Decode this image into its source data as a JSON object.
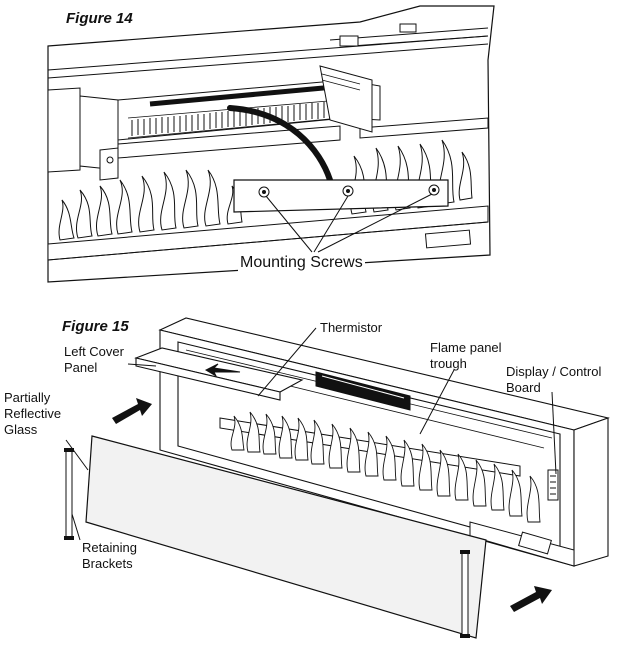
{
  "figure14": {
    "title": "Figure 14",
    "label_mounting_screws": "Mounting Screws"
  },
  "figure15": {
    "title": "Figure 15",
    "label_thermistor": "Thermistor",
    "label_left_cover_panel": "Left Cover\nPanel",
    "label_flame_panel_trough": "Flame panel\ntrough",
    "label_display_control_board": "Display / Control\nBoard",
    "label_partially_reflective_glass": "Partially\nReflective\nGlass",
    "label_retaining_brackets": "Retaining\nBrackets"
  },
  "colors": {
    "line": "#111111",
    "panel_fill": "#ffffff",
    "glass_fill": "#f2f2f2"
  }
}
